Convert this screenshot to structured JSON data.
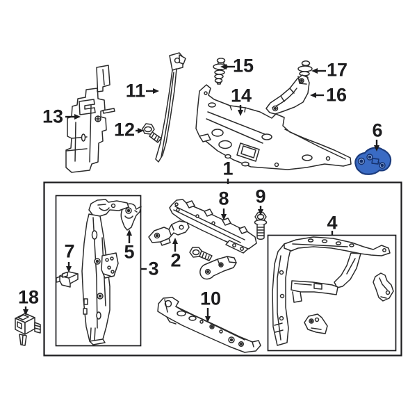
{
  "diagram": {
    "kind": "exploded-parts-diagram",
    "background_color": "#ffffff",
    "line_color": "#2b2b2b",
    "box_color": "#1c1c1e",
    "highlight_fill": "#3a6bc4",
    "highlight_outline": "#1c3c7e",
    "highlighted_part": "6",
    "total_callouts": 18
  },
  "callouts": [
    {
      "part": "13",
      "label": "13",
      "arrow": "right"
    },
    {
      "part": "11",
      "label": "11",
      "arrow": "right"
    },
    {
      "part": "12",
      "label": "12",
      "arrow": "right"
    },
    {
      "part": "15",
      "label": "15",
      "arrow": "left"
    },
    {
      "part": "14",
      "label": "14",
      "arrow": "down"
    },
    {
      "part": "17",
      "label": "17",
      "arrow": "left"
    },
    {
      "part": "16",
      "label": "16",
      "arrow": "left"
    },
    {
      "part": "6",
      "label": "6",
      "arrow": "down",
      "highlighted": true
    },
    {
      "part": "1",
      "label": "1",
      "arrow": "leader-line-down"
    },
    {
      "part": "8",
      "label": "8",
      "arrow": "down"
    },
    {
      "part": "9",
      "label": "9",
      "arrow": "down"
    },
    {
      "part": "2",
      "label": "2",
      "arrow": "up"
    },
    {
      "part": "7",
      "label": "7",
      "arrow": "down"
    },
    {
      "part": "5",
      "label": "5",
      "arrow": "up"
    },
    {
      "part": "3",
      "label": "3",
      "arrow": "leader-line-left"
    },
    {
      "part": "10",
      "label": "10",
      "arrow": "down"
    },
    {
      "part": "4",
      "label": "4",
      "arrow": "leader-line-down"
    },
    {
      "part": "18",
      "label": "18",
      "arrow": "down"
    }
  ]
}
